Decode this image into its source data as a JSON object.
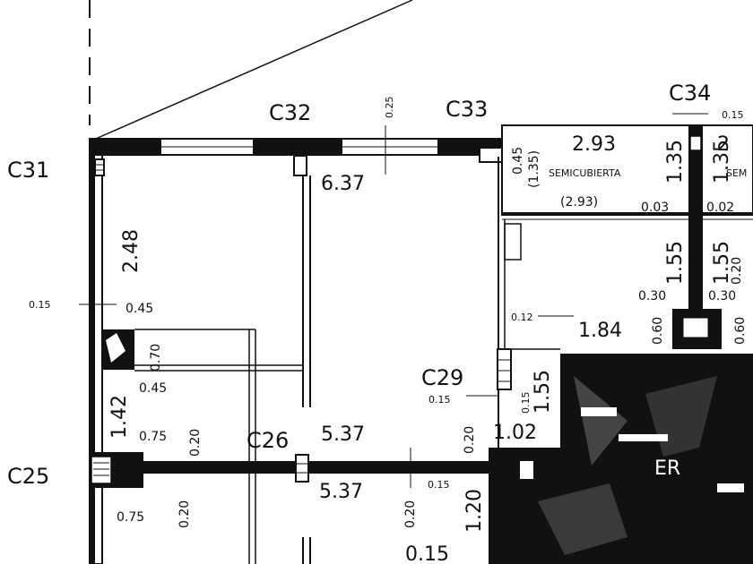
{
  "columns": {
    "c31": "C31",
    "c32": "C32",
    "c33": "C33",
    "c34": "C34",
    "c29": "C29",
    "c26": "C26",
    "c25": "C25"
  },
  "dimensions": {
    "top_025": "0.25",
    "top_015": "0.15",
    "room_637": "6.37",
    "wall_248": "2.48",
    "left_015": "0.15",
    "d045_a": "0.45",
    "d070": "0.70",
    "d045_b": "0.45",
    "d142": "1.42",
    "d075_a": "0.75",
    "d020_a": "0.20",
    "d537_a": "5.37",
    "d537_b": "5.37",
    "d075_b": "0.75",
    "d020_b": "0.20",
    "d293": "2.93",
    "d135_a": "1.35",
    "d135_b": "1.35",
    "d2_partial": "2",
    "d045_top": "0.45",
    "d135_paren": "(1.35)",
    "d293_paren": "(2.93)",
    "d003": "0.03",
    "d002": "0.02",
    "d155_a": "1.55",
    "d155_b": "1.55",
    "d030_a": "0.30",
    "d030_b": "0.30",
    "d020_r": "0.20",
    "d012": "0.12",
    "d184": "1.84",
    "d060_a": "0.60",
    "d060_b": "0.60",
    "d155_c": "1.55",
    "d015_c29": "0.15",
    "d015_small": "0.15",
    "d020_c29": "0.20",
    "d102": "1.02",
    "d015_mid": "0.15",
    "d020_mid": "0.20",
    "d120": "1.20",
    "d015_bot": "0.15"
  },
  "labels": {
    "semicubierta": "SEMICUBIERTA",
    "semi_partial": "SEM",
    "er_partial": "ER"
  }
}
